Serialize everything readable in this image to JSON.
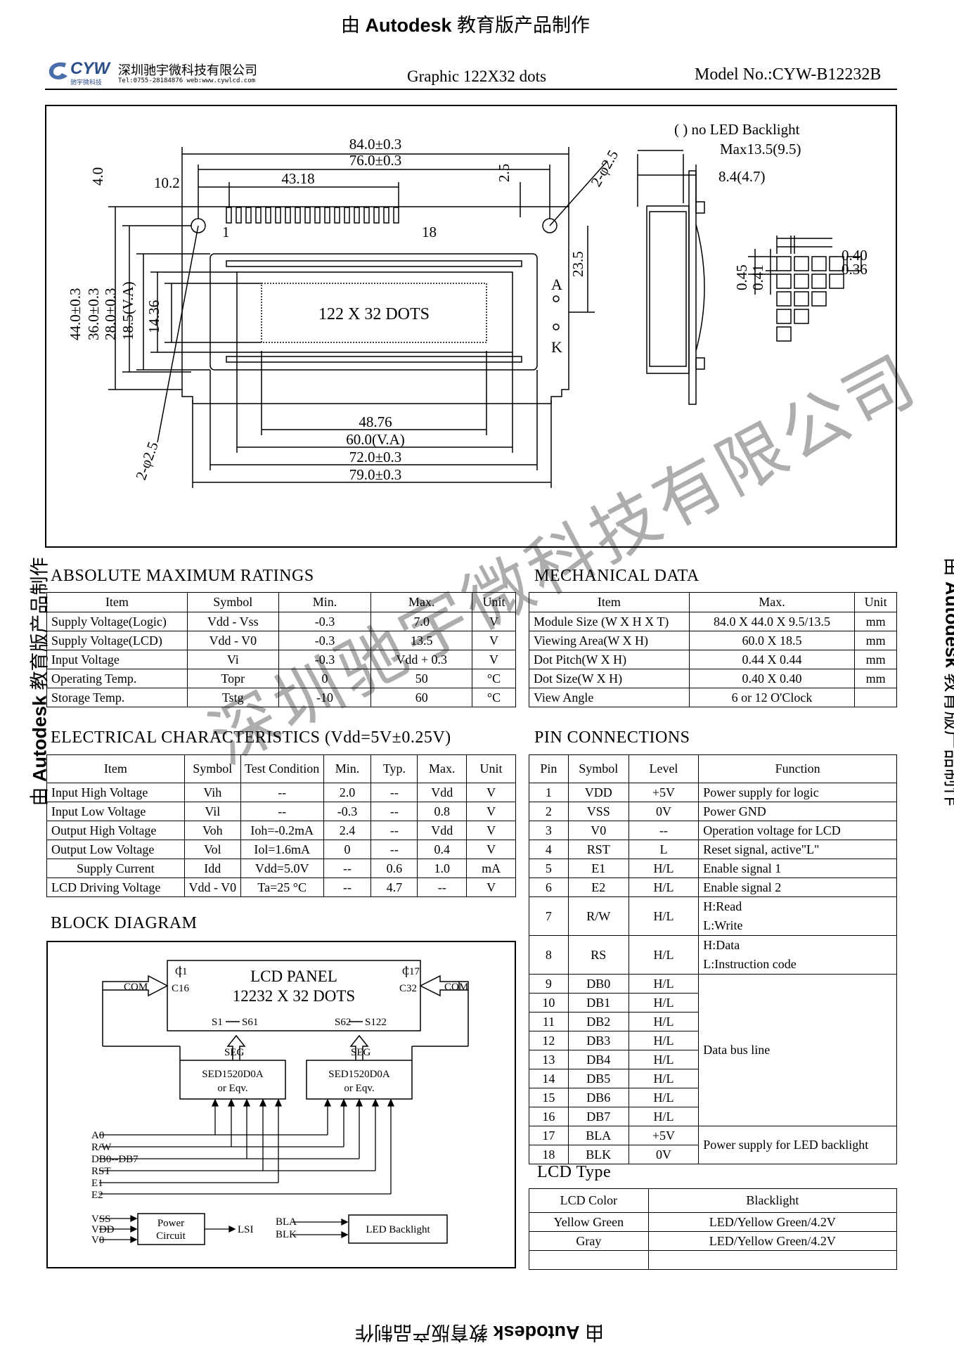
{
  "stamp": {
    "prefix": "由 ",
    "brand": "Autodesk",
    "suffix": " 教育版产品制作"
  },
  "header": {
    "logo": "CYW",
    "logo_sub": "驰宇微科技",
    "company": "深圳驰宇微科技有限公司",
    "contact": "Tel:0755-28184876 web:www.cywlcd.com",
    "product": "Graphic 122X32 dots",
    "model": "Model No.:CYW-B12232B"
  },
  "drawing": {
    "backlight_note": "( ) no LED Backlight",
    "max_thick": "Max13.5(9.5)",
    "thick2": "8.4(4.7)",
    "d_84": "84.0±0.3",
    "d_76": "76.0±0.3",
    "d_2_5": "2.5",
    "d_4_0": "4.0",
    "d_10_2": "10.2",
    "d_43_18": "43.18",
    "d_2phi": "2-φ2.5",
    "pin_first": "1",
    "pin_last": "18",
    "d_23_5": "23.5",
    "d_44": "44.0±0.3",
    "d_36": "36.0±0.3",
    "d_28": "28.0±0.3",
    "d_18_5": "18.5(V.A)",
    "d_14_36": "14.36",
    "screen_text": "122 X 32 DOTS",
    "anode": "A",
    "cathode": "K",
    "d_48_76": "48.76",
    "d_60": "60.0(V.A)",
    "d_72": "72.0±0.3",
    "d_79": "79.0±0.3",
    "d_0_45": "0.45",
    "d_0_41": "0.41",
    "d_0_40": "0.40",
    "d_0_36": "0.36"
  },
  "abs_max": {
    "title": "ABSOLUTE  MAXIMUM  RATINGS",
    "headers": [
      "Item",
      "Symbol",
      "Min.",
      "Max.",
      "Unit"
    ],
    "rows": [
      [
        "Supply Voltage(Logic)",
        "Vdd - Vss",
        "-0.3",
        "7.0",
        "V"
      ],
      [
        "Supply Voltage(LCD)",
        "Vdd - V0",
        "-0.3",
        "13.5",
        "V"
      ],
      [
        "Input  Voltage",
        "Vi",
        "-0.3",
        "Vdd + 0.3",
        "V"
      ],
      [
        "Operating  Temp.",
        "Topr",
        "0",
        "50",
        "°C"
      ],
      [
        "Storage  Temp.",
        "Tstg",
        "-10",
        "60",
        "°C"
      ]
    ]
  },
  "mech": {
    "title": "MECHANICAL  DATA",
    "headers": [
      "Item",
      "Max.",
      "Unit"
    ],
    "rows": [
      [
        "Module  Size (W X H X T)",
        "84.0  X  44.0 X 9.5/13.5",
        "mm"
      ],
      [
        "Viewing  Area(W X H)",
        "60.0 X 18.5",
        "mm"
      ],
      [
        "Dot  Pitch(W X H)",
        "0.44 X 0.44",
        "mm"
      ],
      [
        "Dot  Size(W X H)",
        "0.40 X 0.40",
        "mm"
      ],
      [
        "View  Angle",
        "6  or  12 O'Clock",
        ""
      ]
    ]
  },
  "elec": {
    "title": "ELECTRICAL  CHARACTERISTICS (Vdd=5V±0.25V)",
    "headers": [
      "Item",
      "Symbol",
      "Test Condition",
      "Min.",
      "Typ.",
      "Max.",
      "Unit"
    ],
    "rows": [
      [
        "Input High  Voltage",
        "Vih",
        "--",
        "2.0",
        "--",
        "Vdd",
        "V"
      ],
      [
        "Input  Low  Voltage",
        "Vil",
        "--",
        "-0.3",
        "--",
        "0.8",
        "V"
      ],
      [
        "Output  High  Voltage",
        "Voh",
        "Ioh=-0.2mA",
        "2.4",
        "--",
        "Vdd",
        "V"
      ],
      [
        "Output  Low  Voltage",
        "Vol",
        "Iol=1.6mA",
        "0",
        "--",
        "0.4",
        "V"
      ],
      [
        "Supply  Current",
        "Idd",
        "Vdd=5.0V",
        "--",
        "0.6",
        "1.0",
        "mA"
      ],
      [
        "LCD  Driving  Voltage",
        "Vdd - V0",
        "Ta=25 °C",
        "--",
        "4.7",
        "--",
        "V"
      ]
    ]
  },
  "pins": {
    "title": "PIN  CONNECTIONS",
    "headers": [
      "Pin",
      "Symbol",
      "Level",
      "Function"
    ],
    "rows": [
      [
        "1",
        "VDD",
        "+5V",
        "Power  supply  for  logic"
      ],
      [
        "2",
        "VSS",
        "0V",
        "Power   GND"
      ],
      [
        "3",
        "V0",
        "--",
        "Operation  voltage  for  LCD"
      ],
      [
        "4",
        "RST",
        "L",
        "Reset  signal, active\"L\""
      ],
      [
        "5",
        "E1",
        "H/L",
        "Enable  signal  1"
      ],
      [
        "6",
        "E2",
        "H/L",
        "Enable  signal  2"
      ],
      [
        "7",
        "R/W",
        "H/L",
        "H:Read|L:Write"
      ],
      [
        "8",
        "RS",
        "H/L",
        "H:Data|L:Instruction  code"
      ],
      [
        "9",
        "DB0",
        "H/L",
        ""
      ],
      [
        "10",
        "DB1",
        "H/L",
        ""
      ],
      [
        "11",
        "DB2",
        "H/L",
        ""
      ],
      [
        "12",
        "DB3",
        "H/L",
        ""
      ],
      [
        "13",
        "DB4",
        "H/L",
        ""
      ],
      [
        "14",
        "DB5",
        "H/L",
        ""
      ],
      [
        "15",
        "DB6",
        "H/L",
        ""
      ],
      [
        "16",
        "DB7",
        "H/L",
        ""
      ],
      [
        "17",
        "BLA",
        "+5V",
        ""
      ],
      [
        "18",
        "BLK",
        "0V",
        ""
      ]
    ],
    "databus": "Data  bus  line",
    "led_power": "Power  supply  for  LED  backlight"
  },
  "block": {
    "title": "BLOCK  DIAGRAM",
    "panel_l1": "LCD     PANEL",
    "panel_l2": "12232 X  32 DOTS",
    "c1": "C1",
    "c16": "C16",
    "c17": "C17",
    "c32": "C32",
    "com": "COM",
    "s1": "S1",
    "s61": "S61",
    "s62": "S62",
    "s122": "S122",
    "seg": "SEG",
    "drv": "SED1520D0A",
    "or_eqv": "or  Eqv.",
    "signals": [
      "A0",
      "R/W",
      "DB0--DB7",
      "RST",
      "E1",
      "E2"
    ],
    "pw": [
      "VSS",
      "VDD",
      "V0"
    ],
    "power_circuit_1": "Power",
    "power_circuit_2": "Circuit",
    "lsi": "LSI",
    "bla": "BLA",
    "blk": "BLK",
    "led": "LED  Backlight"
  },
  "lcdtype": {
    "title": "LCD  Type",
    "headers": [
      "LCD  Color",
      "Blacklight"
    ],
    "rows": [
      [
        "Yellow Green",
        "LED/Yellow Green/4.2V"
      ],
      [
        "Gray",
        "LED/Yellow Green/4.2V"
      ],
      [
        "",
        ""
      ]
    ]
  },
  "watermark": "深圳驰宇微科技有限公司"
}
